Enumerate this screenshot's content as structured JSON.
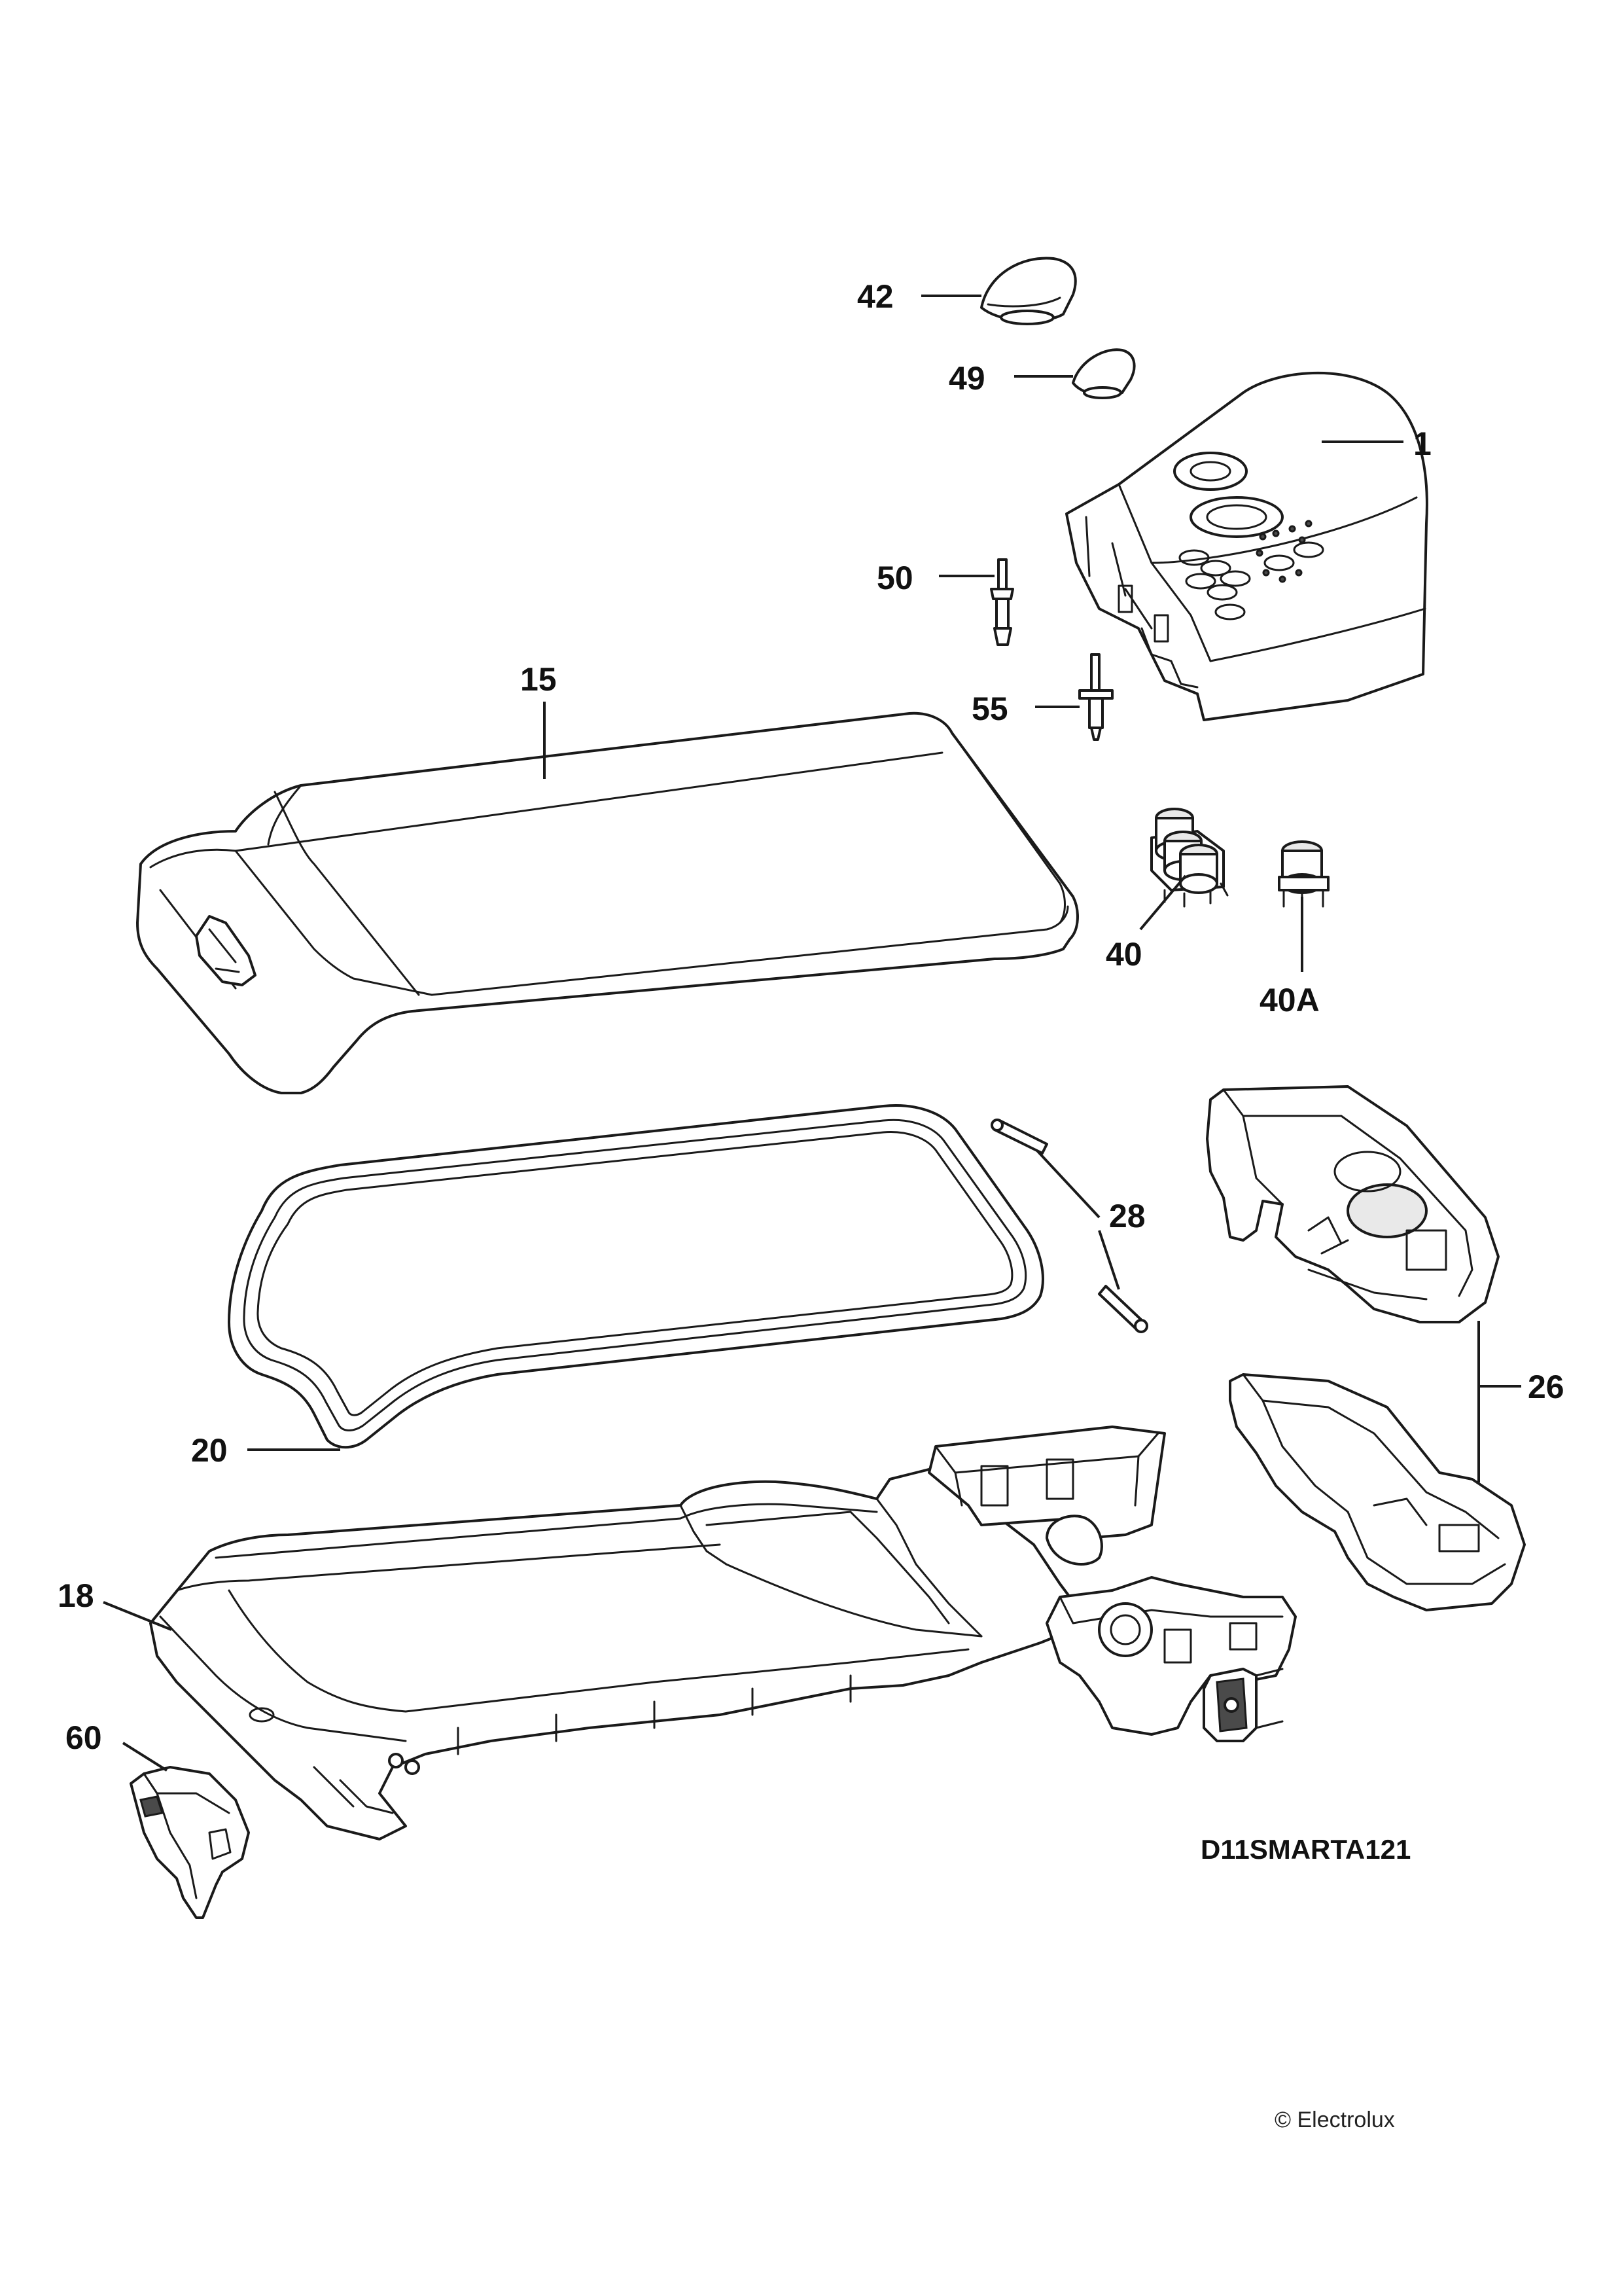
{
  "callouts": {
    "c42": "42",
    "c49": "49",
    "c1": "1",
    "c50": "50",
    "c15": "15",
    "c55": "55",
    "c40": "40",
    "c40a": "40A",
    "c28": "28",
    "c26": "26",
    "c20": "20",
    "c18": "18",
    "c60": "60"
  },
  "drawing_code": "D11SMARTA121",
  "copyright": "© Electrolux"
}
